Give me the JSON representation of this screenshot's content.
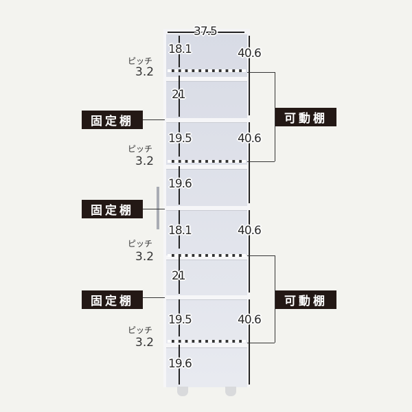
{
  "dimensions": {
    "width": "37.5",
    "left_heights": [
      "18.1",
      "21",
      "19.5",
      "19.6",
      "18.1",
      "21",
      "19.5",
      "19.6"
    ],
    "right_heights": [
      "40.6",
      "40.6",
      "40.6",
      "40.6"
    ]
  },
  "pitch": {
    "label": "ピッチ",
    "value": "3.2"
  },
  "labels": {
    "fixed_shelf": "固定棚",
    "movable_shelf": "可動棚"
  },
  "colors": {
    "background": "#f3f3ef",
    "label_bg": "#231815",
    "label_text": "#ffffff"
  }
}
